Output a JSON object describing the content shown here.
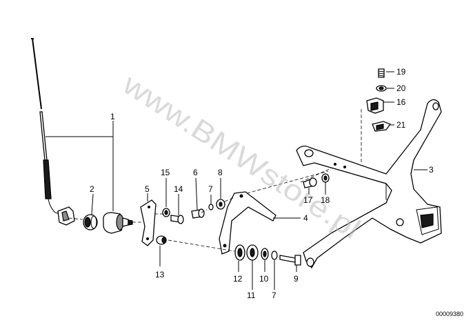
{
  "callouts": {
    "c1": "1",
    "c2": "2",
    "c3": "3",
    "c4": "4",
    "c5": "5",
    "c6": "6",
    "c7a": "7",
    "c7b": "7",
    "c8": "8",
    "c9": "9",
    "c10": "10",
    "c11": "11",
    "c12": "12",
    "c13": "13",
    "c14": "14",
    "c15": "15",
    "c16": "16",
    "c17": "17",
    "c18": "18",
    "c19": "19",
    "c20": "20",
    "c21": "21"
  },
  "watermark": "www.BMWstore.pl",
  "document_number": "00009380"
}
